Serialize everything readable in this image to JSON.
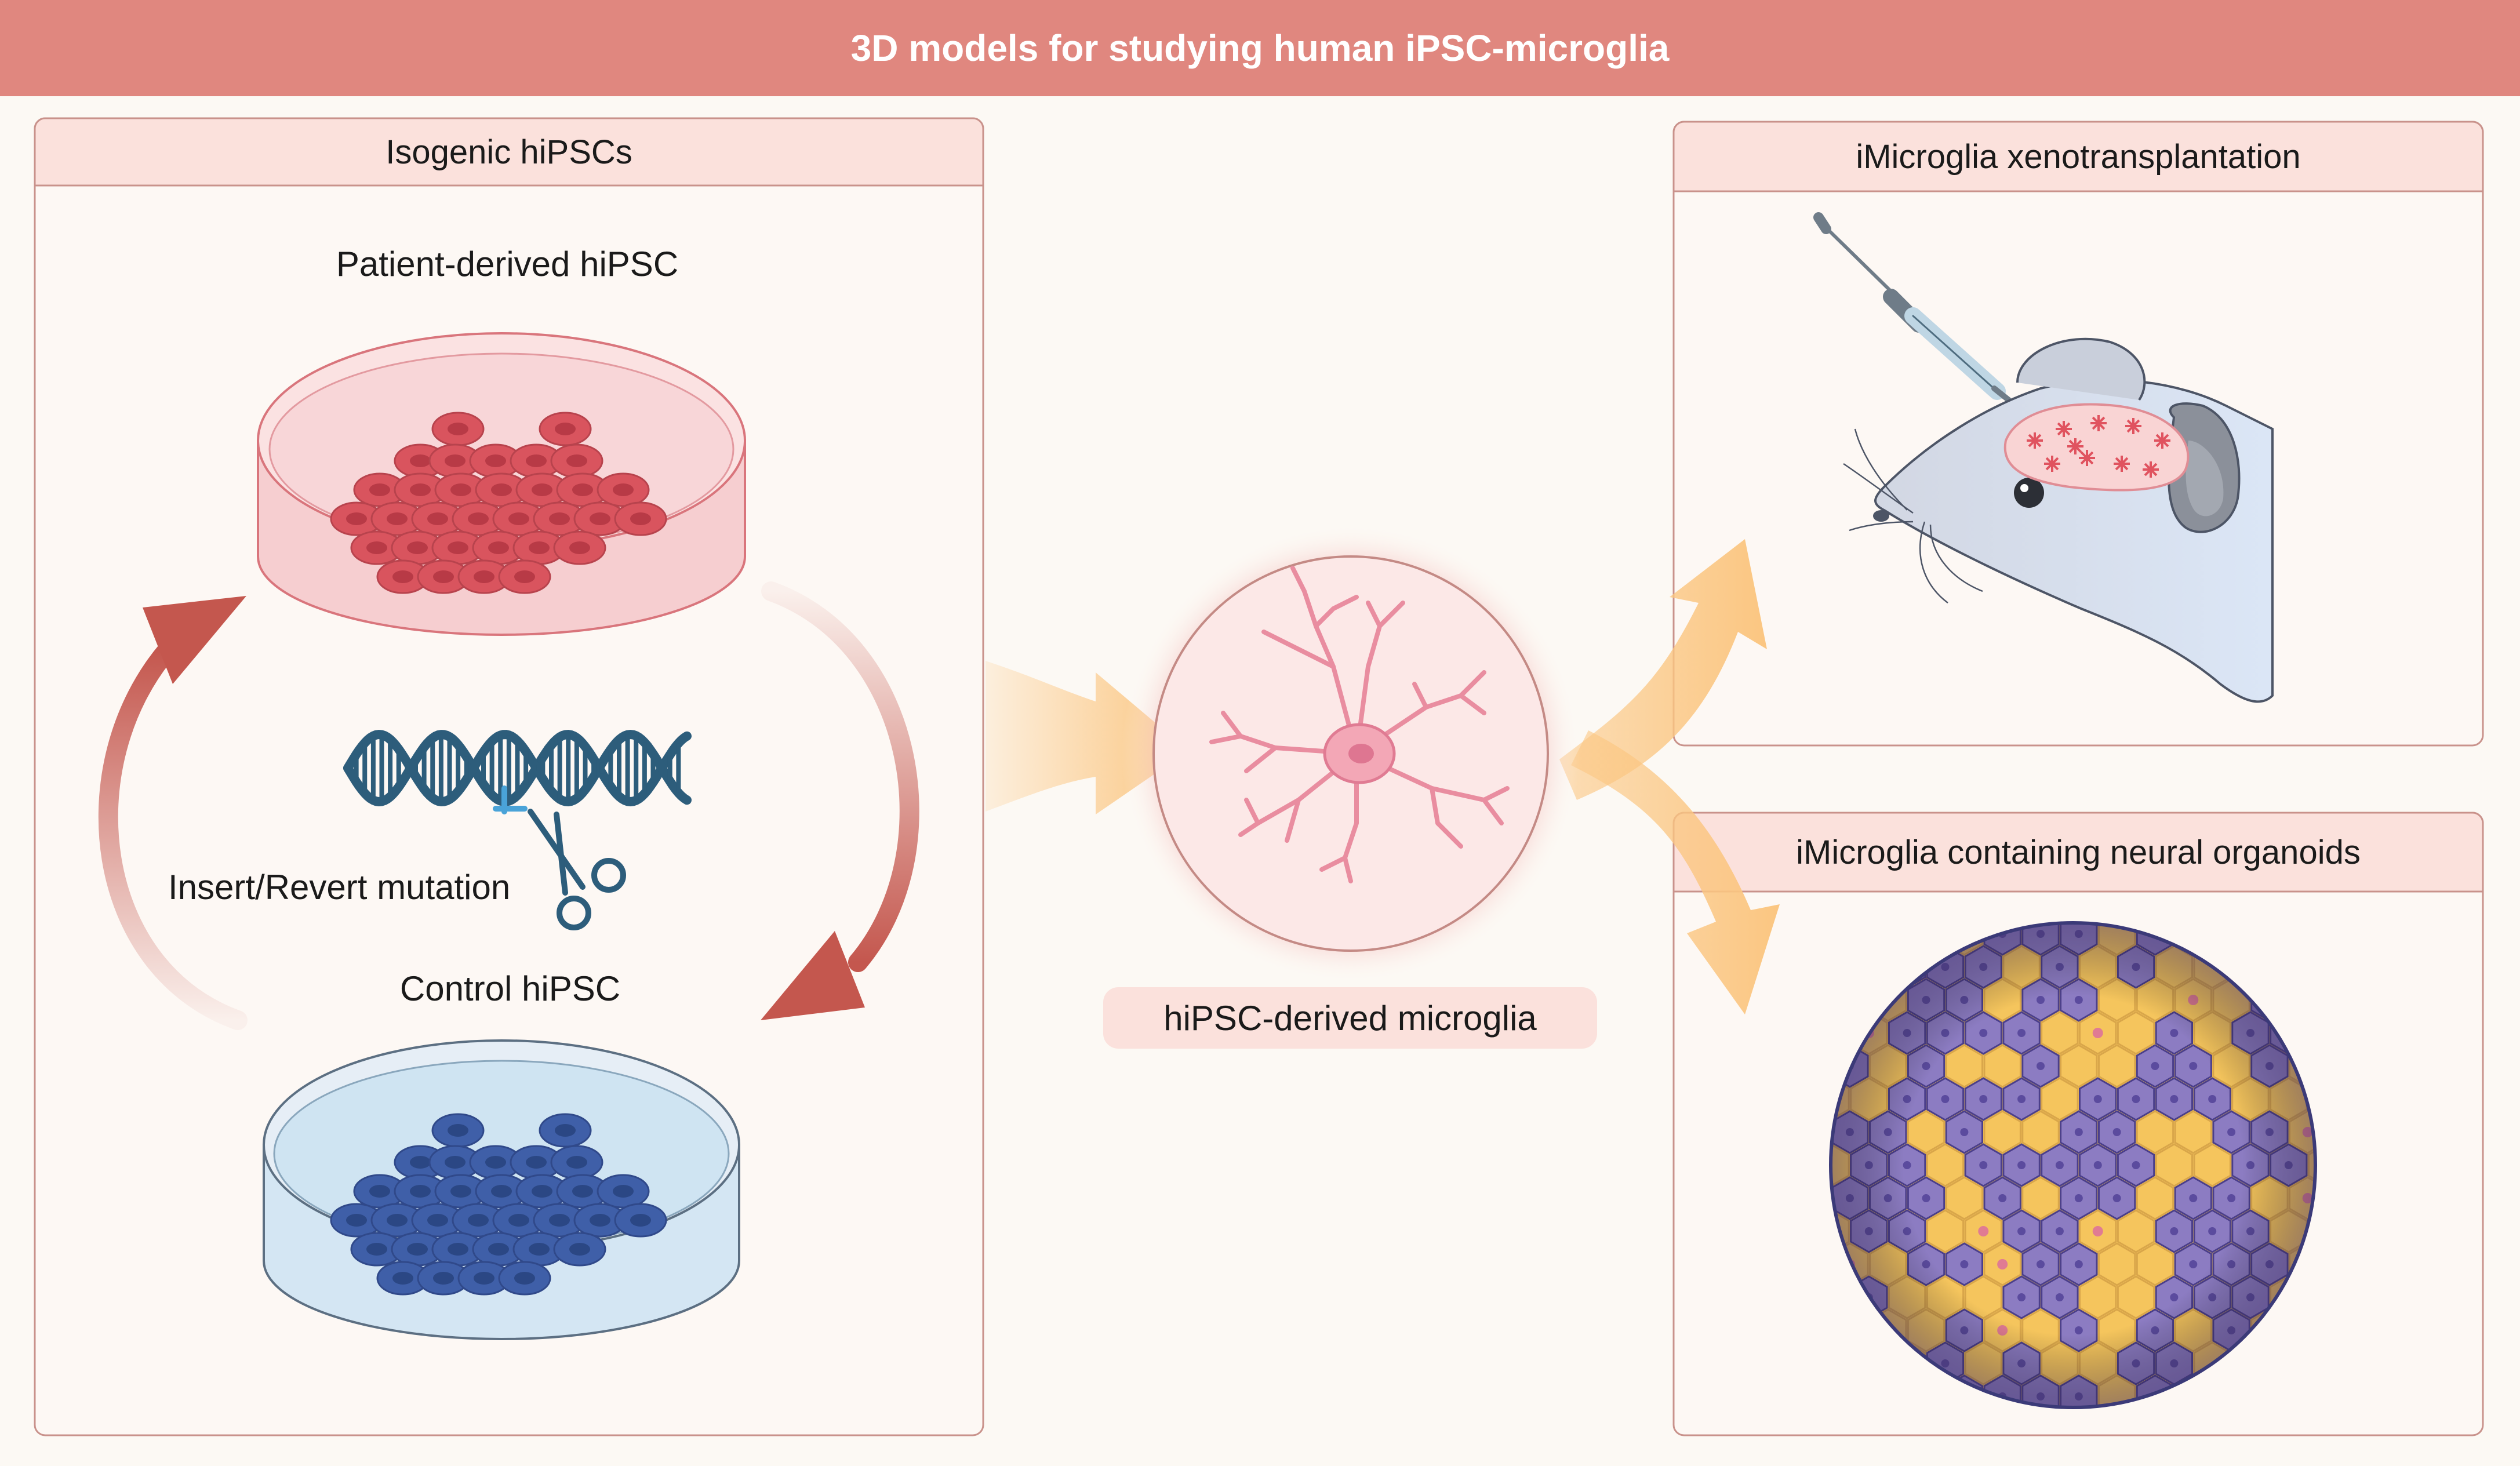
{
  "title": "3D models for studying human iPSC-microglia",
  "colors": {
    "banner": "#e0877f",
    "panel_header": "#fbe1dc",
    "panel_border": "#c9928b",
    "patient_cells": "#d9545e",
    "control_cells": "#3f5fa8",
    "cycle_arrow": "#c4574e",
    "flow_arrow": "#fbc681",
    "microglia": "#e98da0",
    "organoid_yellow": "#f5c55d",
    "organoid_purple": "#8c7cc2"
  },
  "left_panel": {
    "header": "Isogenic hiPSCs",
    "patient_label": "Patient-derived hiPSC",
    "edit_label": "Insert/Revert mutation",
    "control_label": "Control hiPSC"
  },
  "center": {
    "label": "hiPSC-derived microglia"
  },
  "right_top": {
    "header": "iMicroglia xenotransplantation"
  },
  "right_bottom": {
    "header": "iMicroglia containing neural organoids"
  },
  "icons": [
    "petri-dish-icon",
    "dna-icon",
    "scissors-icon",
    "microglia-cell-icon",
    "syringe-icon",
    "mouse-icon",
    "organoid-icon"
  ]
}
